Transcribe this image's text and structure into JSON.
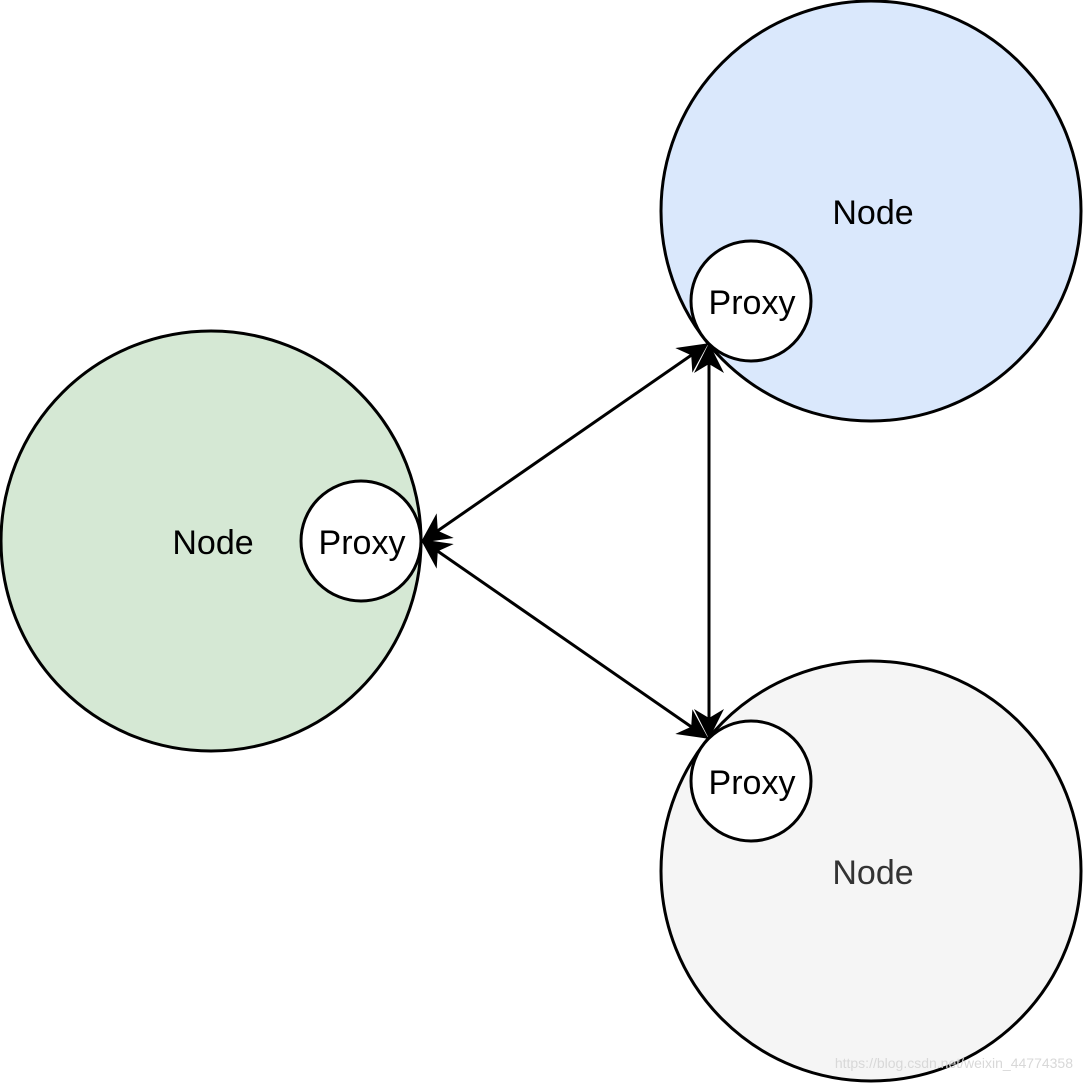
{
  "colors": {
    "node_green": "#d5e8d4",
    "node_blue": "#dae8fc",
    "node_gray": "#f5f5f5",
    "proxy_fill": "#ffffff",
    "stroke": "#000000"
  },
  "nodes": {
    "green": {
      "label": "Node",
      "proxy_label": "Proxy"
    },
    "blue": {
      "label": "Node",
      "proxy_label": "Proxy"
    },
    "gray": {
      "label": "Node",
      "proxy_label": "Proxy"
    }
  },
  "connections": [
    {
      "from": "green-proxy",
      "to": "blue-proxy",
      "direction": "both"
    },
    {
      "from": "green-proxy",
      "to": "gray-proxy",
      "direction": "both"
    },
    {
      "from": "blue-proxy",
      "to": "gray-proxy",
      "direction": "both"
    }
  ],
  "watermark": "https://blog.csdn.net/weixin_44774358"
}
